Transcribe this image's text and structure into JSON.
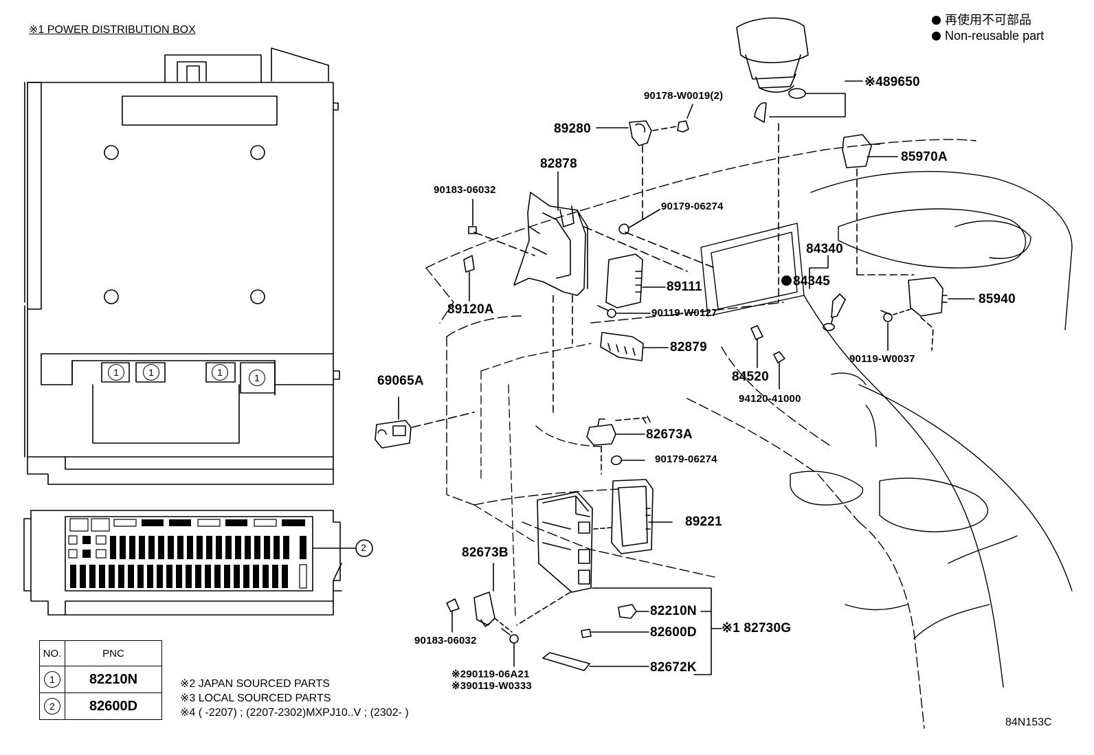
{
  "pdb_title": "※1  POWER DISTRIBUTION BOX",
  "legend": {
    "jp": "再使用不可部品",
    "en": "Non-reusable part"
  },
  "parts": {
    "p89650": "89650",
    "p89650_mark": "※4",
    "p90178": "90178-W0019(2)",
    "p89280": "89280",
    "p85970A": "85970A",
    "p82878": "82878",
    "p90183_top": "90183-06032",
    "p90179_top": "90179-06274",
    "p84340": "84340",
    "p84345": "84345",
    "p89111": "89111",
    "p85940": "85940",
    "p89120A": "89120A",
    "p90119_w0127": "90119-W0127",
    "p82879": "82879",
    "p90119_w0037": "90119-W0037",
    "p84520": "84520",
    "p69065A": "69065A",
    "p94120": "94120-41000",
    "p82673A": "82673A",
    "p90179_mid": "90179-06274",
    "p89221": "89221",
    "p82673B": "82673B",
    "p82210N": "82210N",
    "p82730G": "82730G",
    "p82730G_mark": "※1",
    "p82600D": "82600D",
    "p90183_bottom": "90183-06032",
    "p82672K": "82672K",
    "p90119_06A21": "90119-06A21",
    "p90119_06A21_mark": "※2",
    "p90119_w0333": "90119-W0333",
    "p90119_w0333_mark": "※3"
  },
  "fuse_marks": [
    "1",
    "1",
    "1",
    "1"
  ],
  "connector_mark": "2",
  "pnc_table": {
    "headers": [
      "NO.",
      "PNC"
    ],
    "rows": [
      {
        "no": "1",
        "pnc": "82210N"
      },
      {
        "no": "2",
        "pnc": "82600D"
      }
    ]
  },
  "notes": [
    "※2 JAPAN SOURCED PARTS",
    "※3 LOCAL SOURCED PARTS",
    "※4 (        -2207) ; (2207-2302)MXPJ10..V ; (2302-        )"
  ],
  "diagram_code": "84N153C"
}
